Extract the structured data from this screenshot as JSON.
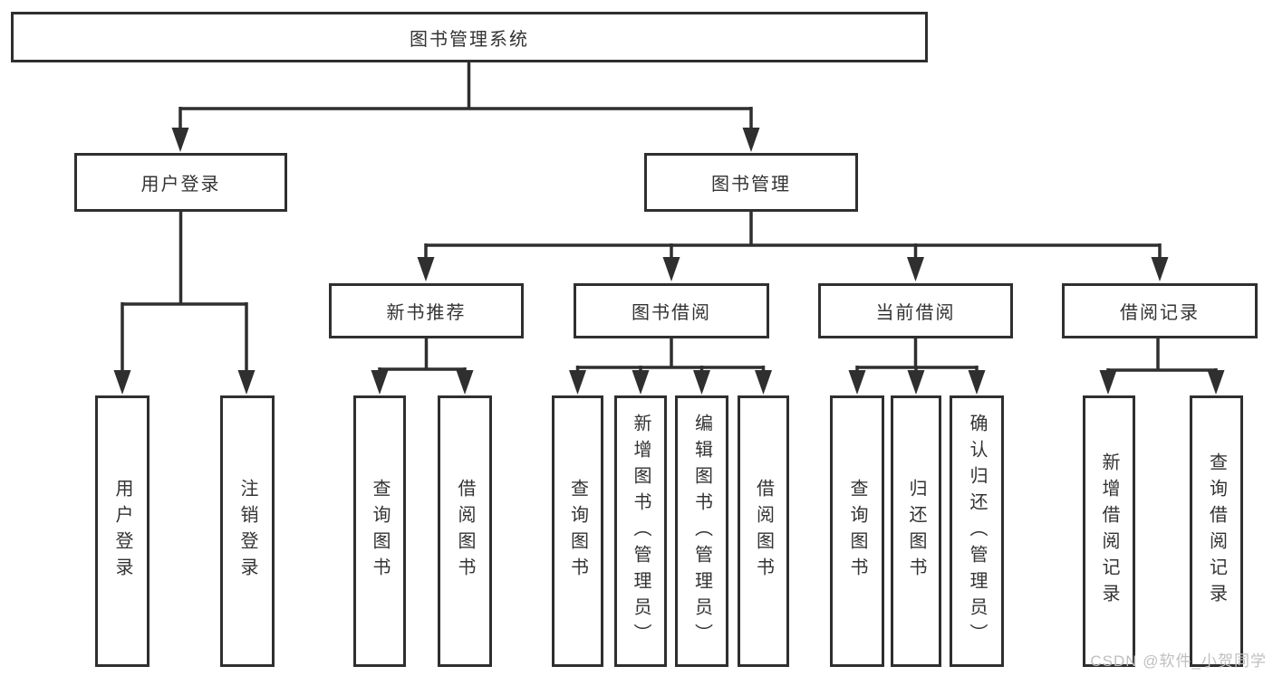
{
  "nodes": {
    "root": "图书管理系统",
    "user_login": "用户登录",
    "book_mgmt": "图书管理",
    "new_book_rec": "新书推荐",
    "book_borrow": "图书借阅",
    "current_borrow": "当前借阅",
    "borrow_record": "借阅记录",
    "ul_login": "用户登录",
    "ul_logout": "注销登录",
    "nb_query": "查询图书",
    "nb_borrow": "借阅图书",
    "bb_query": "查询图书",
    "bb_add": "新增图书（管理员）",
    "bb_edit": "编辑图书（管理员）",
    "bb_borrow": "借阅图书",
    "cb_query": "查询图书",
    "cb_return": "归还图书",
    "cb_confirm": "确认归还（管理员）",
    "br_add": "新增借阅记录",
    "br_query": "查询借阅记录"
  },
  "watermark": "CSDN @软件_小贺同学",
  "colors": {
    "line": "#2f2f2f",
    "text": "#333333",
    "box_background": "#ffffff",
    "page_background": "#ffffff",
    "watermark": "#bfbfbf"
  }
}
